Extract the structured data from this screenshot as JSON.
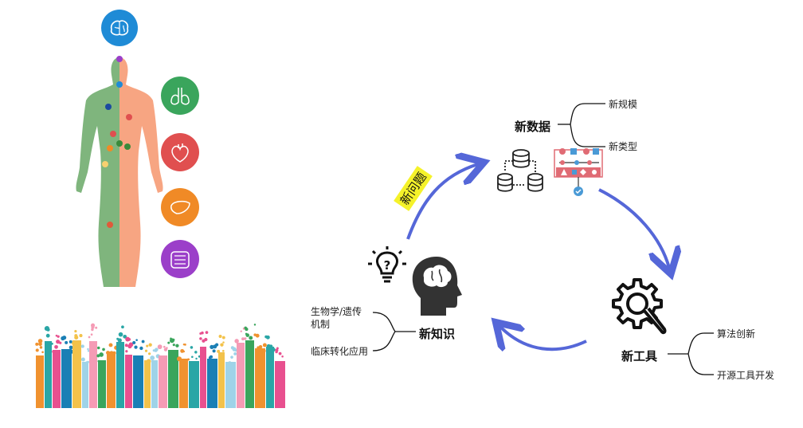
{
  "cycle": {
    "new_data": "新数据",
    "new_tools": "新工具",
    "new_knowledge": "新知识",
    "new_question": "新问题"
  },
  "new_data_branches": [
    "新规模",
    "新类型"
  ],
  "new_tools_branches": [
    "算法创新",
    "开源工具开发"
  ],
  "new_knowledge_branches": [
    "生物学/遗传",
    "机制",
    "临床转化应用"
  ],
  "colors": {
    "arrow": "#5567d8",
    "body_green": "#7fb57d",
    "body_orange": "#f7a582",
    "brain_circle": "#1f8bd6",
    "lung_circle": "#3aa55c",
    "heart_circle": "#e04f4f",
    "liver_circle": "#f08a26",
    "intestine_circle": "#9b3fc9",
    "highlight": "#f5f22a"
  },
  "icons": [
    "brain-icon",
    "lungs-icon",
    "heart-icon",
    "liver-icon",
    "intestine-icon",
    "database-icon",
    "data-pipeline-icon",
    "gear-wrench-icon",
    "lightbulb-question-icon",
    "head-brain-icon"
  ]
}
